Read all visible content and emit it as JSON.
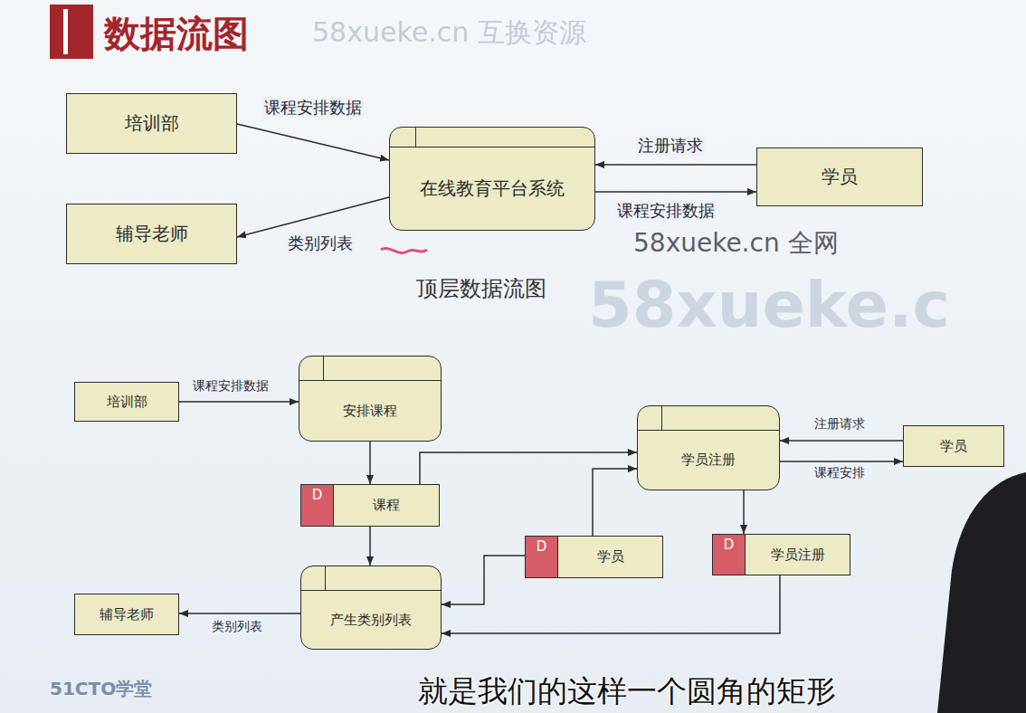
{
  "diagram": {
    "title": "数据流图",
    "nodes": [
      {
        "text": [
          "培训部"
        ]
      },
      {
        "text": [
          "在线教育平台系统"
        ]
      },
      {
        "text": [
          "学员"
        ]
      },
      {
        "text": [
          "辅导老师"
        ]
      },
      {
        "text": [
          "培训部"
        ]
      },
      {
        "text": [
          "安排课程"
        ]
      },
      {
        "text": [
          "学员注册"
        ]
      },
      {
        "text": [
          "学员"
        ]
      },
      {
        "text": [
          "D",
          "课程"
        ]
      },
      {
        "text": [
          "D",
          "学员"
        ]
      },
      {
        "text": [
          "D",
          "学员注册"
        ]
      },
      {
        "text": [
          "辅导老师"
        ]
      },
      {
        "text": [
          "产生类别列表"
        ]
      }
    ],
    "edges": [
      {
        "from": 0,
        "to": 1,
        "label": "课程安排数据",
        "arrow": "to"
      },
      {
        "from": 2,
        "to": 1,
        "label": "注册请求",
        "arrow": "to"
      },
      {
        "from": 1,
        "to": 2,
        "label": "课程安排数据",
        "arrow": "to"
      },
      {
        "from": 1,
        "to": 3,
        "label": "类别列表",
        "arrow": "to"
      },
      {
        "from": 4,
        "to": 5,
        "label": "课程安排数据",
        "arrow": "to"
      },
      {
        "from": 5,
        "to": 8,
        "arrow": "to"
      },
      {
        "from": 8,
        "to": 6,
        "arrow": "to"
      },
      {
        "from": 8,
        "to": 12,
        "arrow": "to"
      },
      {
        "from": 9,
        "to": 12,
        "arrow": "to"
      },
      {
        "from": 9,
        "to": 6,
        "arrow": "to"
      },
      {
        "from": 7,
        "to": 6,
        "label": "注册请求",
        "arrow": "to"
      },
      {
        "from": 6,
        "to": 7,
        "label": "课程安排",
        "arrow": "to"
      },
      {
        "from": 6,
        "to": 10,
        "arrow": "to"
      },
      {
        "from": 10,
        "to": 12,
        "arrow": "to"
      },
      {
        "from": 12,
        "to": 11,
        "label": "类别列表",
        "arrow": "to"
      }
    ],
    "labels": [
      "58xueke.cn 互换资源",
      "顶层数据流图",
      "58xueke.cn 全网",
      "58xueke.c",
      "51CTO学堂",
      "就是我们的这样一个圆角的矩形"
    ]
  }
}
